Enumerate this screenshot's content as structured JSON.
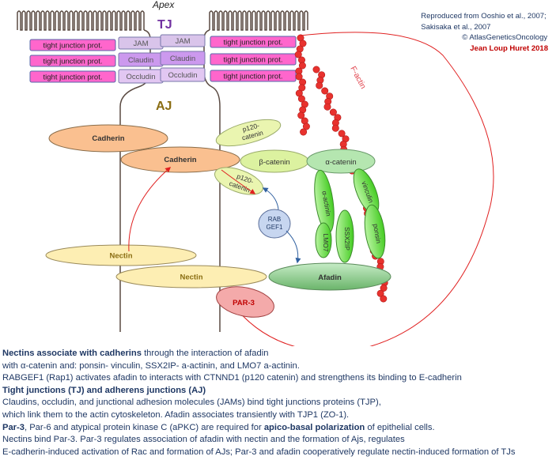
{
  "header": {
    "apex": "Apex",
    "tj": "TJ",
    "aj": "AJ"
  },
  "credit": {
    "line1": "Reproduced from Ooshio et al., 2007;",
    "line2": "Sakisaka et al., 2007",
    "line3": "© AtlasGeneticsOncology",
    "author": "Jean Loup Huret 2018"
  },
  "labels": {
    "tjp": "tight junction prot.",
    "jam": "JAM",
    "claudin": "Claudin",
    "occludin": "Occludin",
    "cadherin": "Cadherin",
    "p120_a": "p120-",
    "p120_b": "catenin",
    "beta_catenin": "β-catenin",
    "alpha_catenin": "α-catenin",
    "alpha_actinin": "α-actinin",
    "vinculin": "vinculin",
    "ponsin": "ponsin",
    "lmo7": "LMO7",
    "ssx2ip": "SSX2IP",
    "rabgef1_a": "RAB",
    "rabgef1_b": "GEF1",
    "nectin": "Nectin",
    "afadin": "Afadin",
    "par3": "PAR-3",
    "factin": "F-actin"
  },
  "caption": {
    "l1_bold": "Nectins associate with cadherins",
    "l1_rest": " through the interaction of afadin",
    "l2": "with α-catenin and: ponsin- vinculin, SSX2IP- a-actinin, and LMO7  a-actinin.",
    "l3": "RABGEF1 (Rap1) activates afadin to interacts with  CTNND1 (p120 catenin) and strengthens its binding to E-cadherin",
    "l4_bold": "Tight junctions (TJ) and adherens junctions (AJ)",
    "l5": "Claudins, occludin, and junctional adhesion molecules (JAMs) bind tight junctions proteins (TJP),",
    "l6": "which link them to the actin cytoskeleton.  Afadin associates transiently with TJP1 (ZO-1).",
    "l7_bold1": "Par-3",
    "l7_mid": ", Par-6 and atypical protein kinase C (aPKC) are required for ",
    "l7_bold2": "apico-basal polarization",
    "l7_end": " of epithelial cells.",
    "l8": "Nectins bind Par-3. Par-3 regulates association of afadin with nectin and the formation of Ajs, regulates",
    "l9": "E-cadherin-induced activation of Rac and formation of AJs; Par-3 and afadin cooperatively regulate nectin-induced formation of TJs"
  },
  "colors": {
    "tjp_fill": "#ff66cc",
    "claudin_fill": "#cc99ee",
    "jam_fill": "#d9c4ea",
    "cadherin_fill": "#fac090",
    "catenin_fill": "#eaf5b0",
    "beta_fill": "#d6ee8c",
    "alpha_fill": "#b5e6b0",
    "green_fill": "#66dd44",
    "nectin_fill": "#fdeeb3",
    "afadin_fill": "#88cc88",
    "par3_fill": "#f4aaaa",
    "actin_fill": "#e8322e",
    "arrow_red": "#e02020",
    "arrow_blue": "#3060a0"
  }
}
